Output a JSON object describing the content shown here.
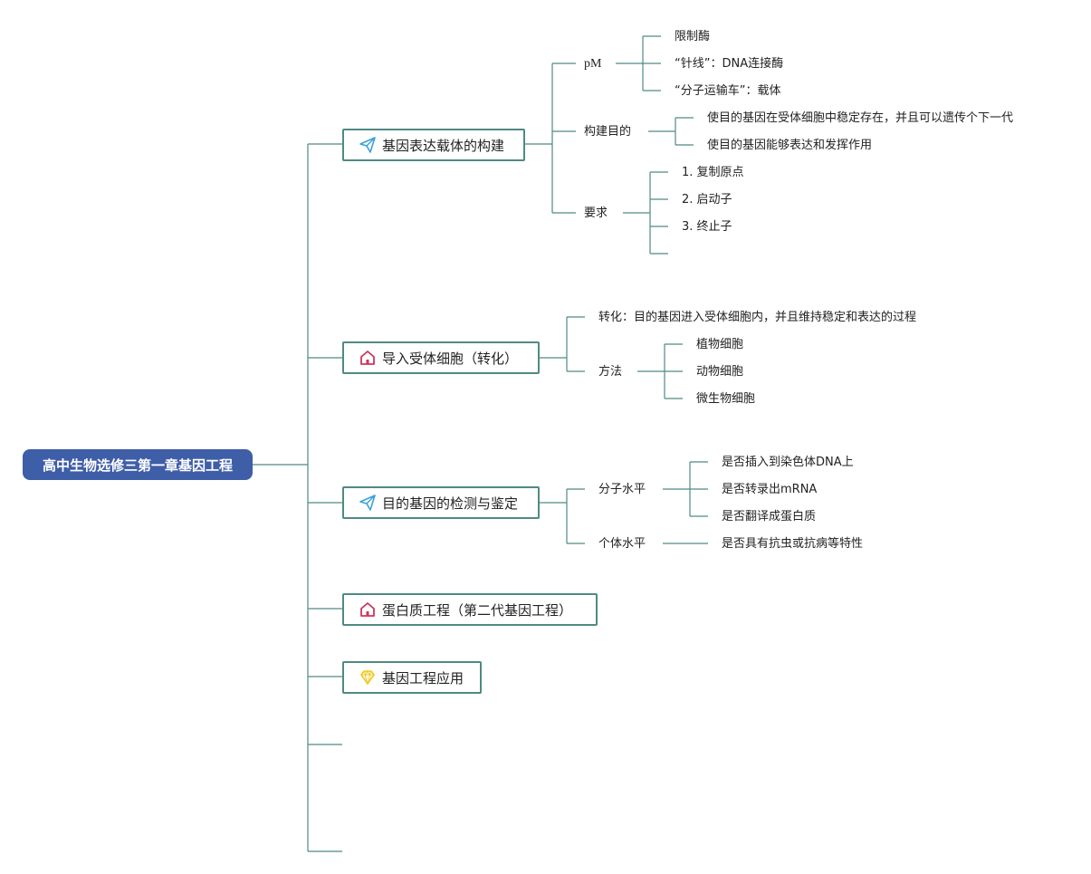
{
  "root": {
    "label": "高中生物选修三第一章基因工程"
  },
  "branches": [
    {
      "label": "基因表达载体的构建",
      "icon": "paper-plane-icon",
      "children": [
        {
          "label": "pM",
          "children": [
            "限制酶",
            "“针线”：DNA连接酶",
            "“分子运输车”：载体"
          ]
        },
        {
          "label": "构建目的",
          "children": [
            "使目的基因在受体细胞中稳定存在，并且可以遗传个下一代",
            "使目的基因能够表达和发挥作用"
          ]
        },
        {
          "label": "要求",
          "children": [
            "1. 复制原点",
            "2. 启动子",
            "3. 终止子",
            ""
          ]
        }
      ]
    },
    {
      "label": "导入受体细胞（转化）",
      "icon": "house-icon",
      "children": [
        {
          "label": "转化：目的基因进入受体细胞内，并且维持稳定和表达的过程",
          "children": []
        },
        {
          "label": "方法",
          "children": [
            "植物细胞",
            "动物细胞",
            "微生物细胞"
          ]
        }
      ]
    },
    {
      "label": "目的基因的检测与鉴定",
      "icon": "paper-plane-icon",
      "children": [
        {
          "label": "分子水平",
          "children": [
            "是否插入到染色体DNA上",
            "是否转录出mRNA",
            "是否翻译成蛋白质"
          ]
        },
        {
          "label": "个体水平",
          "children": [
            "是否具有抗虫或抗病等特性"
          ]
        }
      ]
    },
    {
      "label": "蛋白质工程（第二代基因工程）",
      "icon": "house-icon",
      "children": []
    },
    {
      "label": "基因工程应用",
      "icon": "diamond-icon",
      "children": []
    },
    {
      "label": "",
      "icon": "",
      "children": []
    },
    {
      "label": "",
      "icon": "",
      "children": []
    }
  ],
  "colors": {
    "root_fill": "#3f5ea8",
    "line": "#4f8a83",
    "plane_icon": "#3ba0d8",
    "house_icon": "#d0345a",
    "diamond_icon": "#f2c81e"
  }
}
